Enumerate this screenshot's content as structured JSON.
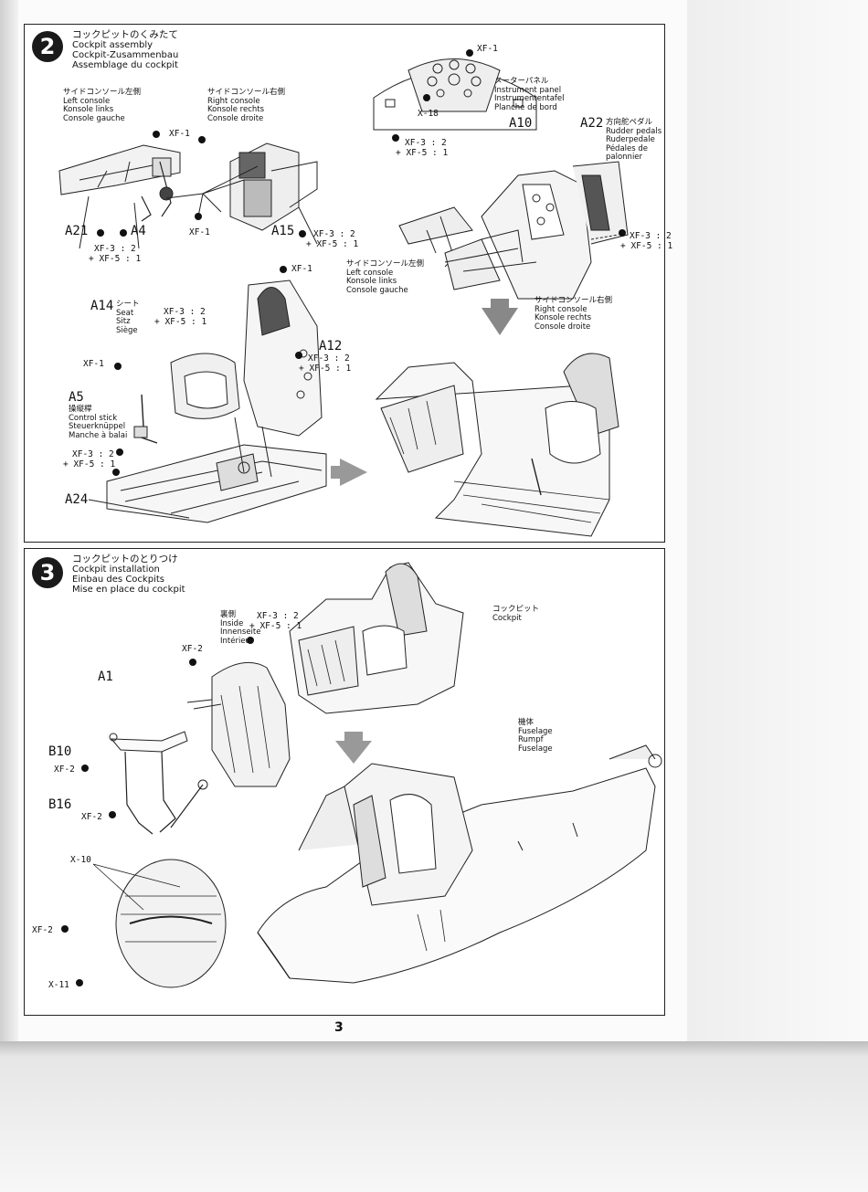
{
  "page_number": "3",
  "step2": {
    "number": "2",
    "title_jp": "コックピットのくみたて",
    "title_en": "Cockpit assembly",
    "title_de": "Cockpit-Zusammenbau",
    "title_fr": "Assemblage du cockpit",
    "left_console": {
      "jp": "サイドコンソール左側",
      "en": "Left console",
      "de": "Konsole links",
      "fr": "Console gauche"
    },
    "right_console": {
      "jp": "サイドコンソール右側",
      "en": "Right console",
      "de": "Konsole rechts",
      "fr": "Console droite"
    },
    "instrument_panel": {
      "jp": "メーターパネル",
      "en": "Instrument panel",
      "de": "Instrumententafel",
      "fr": "Planche de bord"
    },
    "rudder_pedals": {
      "part": "A22",
      "jp": "方向舵ペダル",
      "en": "Rudder pedals",
      "de": "Ruderpedale",
      "fr": "Pédales de palonnier"
    },
    "seat": {
      "part": "A14",
      "jp": "シート",
      "en": "Seat",
      "de": "Sitz",
      "fr": "Siège"
    },
    "control_stick": {
      "part": "A5",
      "jp": "操縦桿",
      "en": "Control stick",
      "de": "Steuerknüppel",
      "fr": "Manche à balai"
    },
    "left_console2": {
      "jp": "サイドコンソール左側",
      "en": "Left console",
      "de": "Konsole links",
      "fr": "Console gauche"
    },
    "right_console2": {
      "jp": "サイドコンソール右側",
      "en": "Right console",
      "de": "Konsole rechts",
      "fr": "Console droite"
    },
    "parts": {
      "a21": "A21",
      "a4": "A4",
      "a15": "A15",
      "a10": "A10",
      "a12": "A12",
      "a24": "A24"
    },
    "paints": {
      "xf1": "XF-1",
      "xf3_2": "XF-3 : 2",
      "xf5_1": "+ XF-5 : 1",
      "x18": "X-18"
    }
  },
  "step3": {
    "number": "3",
    "title_jp": "コックピットのとりつけ",
    "title_en": "Cockpit installation",
    "title_de": "Einbau des Cockpits",
    "title_fr": "Mise en place du cockpit",
    "inside": {
      "jp": "裏側",
      "en": "Inside",
      "de": "Innenseite",
      "fr": "Intérieur"
    },
    "cockpit": {
      "jp": "コックピット",
      "en": "Cockpit"
    },
    "fuselage": {
      "jp": "機体",
      "en": "Fuselage",
      "de": "Rumpf",
      "fr": "Fuselage"
    },
    "parts": {
      "a1": "A1",
      "b10": "B10",
      "b16": "B16"
    },
    "paints": {
      "xf2": "XF-2",
      "x10": "X-10",
      "x11": "X-11",
      "xf3_2": "XF-3 : 2",
      "xf5_1": "+ XF-5 : 1"
    }
  }
}
